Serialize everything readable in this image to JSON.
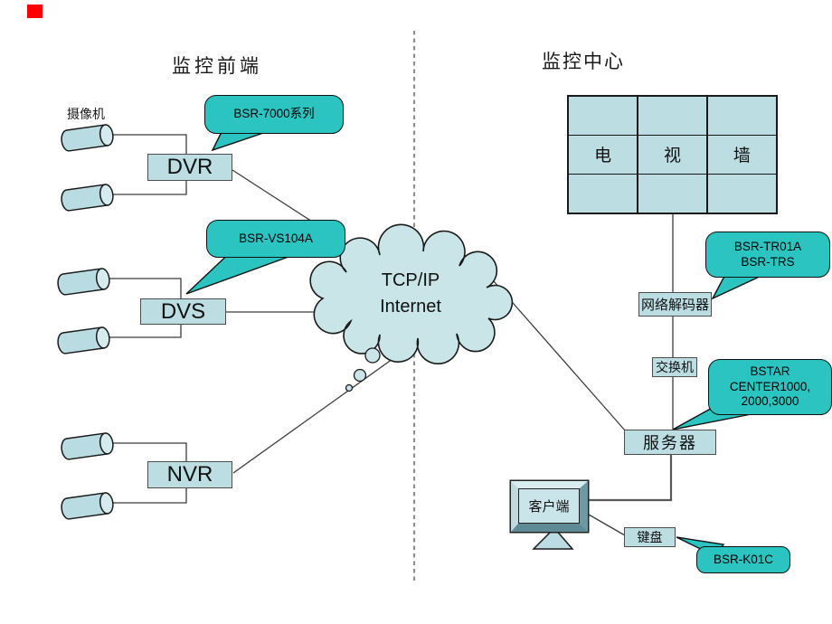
{
  "marker": {
    "color": "#FE0000"
  },
  "titles": {
    "front_end": "监控前端",
    "center": "监控中心"
  },
  "labels": {
    "camera": "摄像机"
  },
  "devices": {
    "dvr": "DVR",
    "dvs": "DVS",
    "nvr": "NVR",
    "decoder": "网络解码器",
    "switch": "交换机",
    "server": "服务器",
    "client": "客户端",
    "keyboard": "键盘"
  },
  "cloud": {
    "line1": "TCP/IP",
    "line2": "Internet"
  },
  "tv_wall": {
    "row2": [
      "电",
      "视",
      "墙"
    ]
  },
  "callouts": {
    "dvr": "BSR-7000系列",
    "dvs": "BSR-VS104A",
    "decoder_line1": "BSR-TR01A",
    "decoder_line2": "BSR-TRS",
    "server_line1": "BSTAR",
    "server_line2": "CENTER1000,",
    "server_line3": "2000,3000",
    "keyboard": "BSR-K01C"
  },
  "colors": {
    "callout_fill": "#2BC4C0",
    "box_fill": "#BCDEE3",
    "cloud_fill": "#C9E5E7"
  }
}
